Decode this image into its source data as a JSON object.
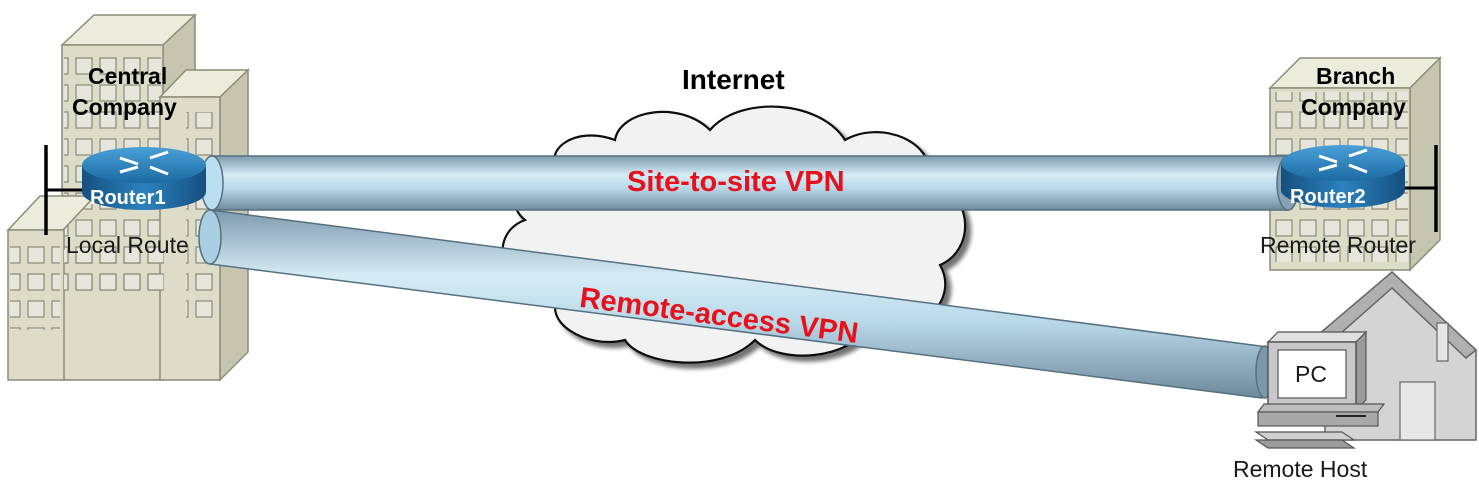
{
  "cloud": {
    "title": "Internet"
  },
  "central": {
    "line1": "Central",
    "line2": "Company"
  },
  "branch": {
    "line1": "Branch",
    "line2": "Company"
  },
  "router1": {
    "label": "Router1",
    "caption": "Local Route"
  },
  "router2": {
    "label": "Router2",
    "caption": "Remote Router"
  },
  "tunnels": {
    "site_to_site": "Site-to-site VPN",
    "remote_access": "Remote-access VPN"
  },
  "remote_host": {
    "screen_label": "PC",
    "caption": "Remote Host"
  },
  "colors": {
    "vpn_text": "#e8101a",
    "router": "#1f6fa8",
    "tube": "#b9dff0",
    "building": "#dcdcc8"
  }
}
